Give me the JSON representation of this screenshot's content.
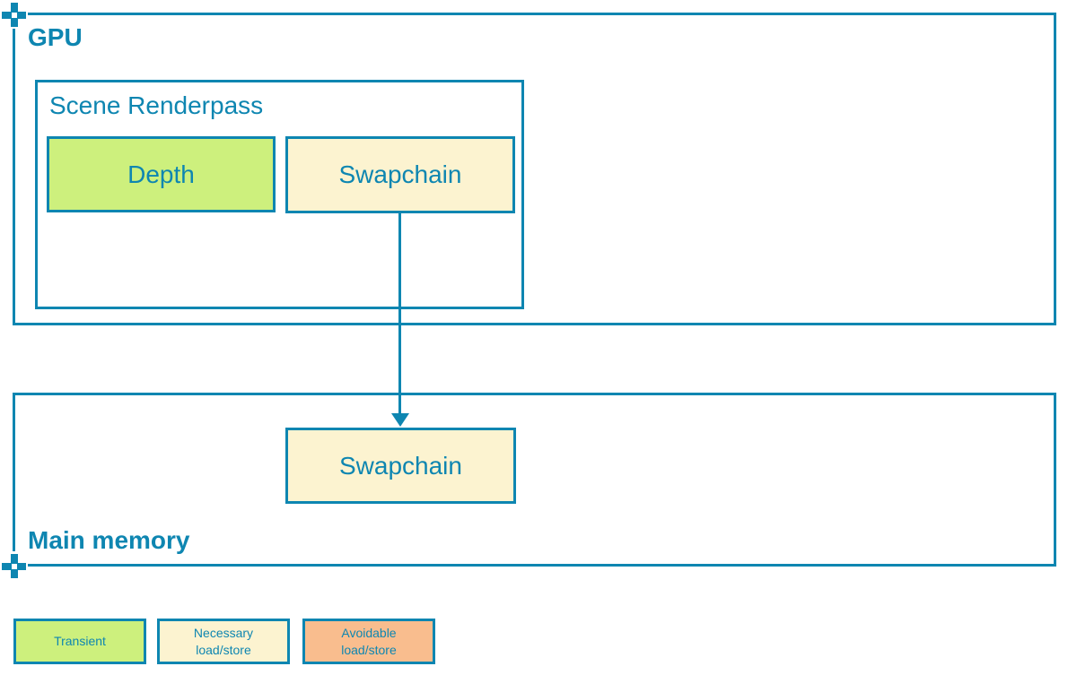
{
  "colors": {
    "outline_teal": "#0E86B1",
    "transient_green": "#CDF07D",
    "necessary_cream": "#FCF3D0",
    "avoidable_orange": "#F9BD8E"
  },
  "gpu": {
    "label": "GPU",
    "scene_renderpass": {
      "label": "Scene Renderpass",
      "attachments": [
        {
          "label": "Depth",
          "style": "transient"
        },
        {
          "label": "Swapchain",
          "style": "necessary"
        }
      ]
    }
  },
  "main_memory": {
    "label": "Main memory",
    "resources": [
      {
        "label": "Swapchain",
        "style": "necessary"
      }
    ]
  },
  "connections": [
    {
      "from": "gpu-swapchain",
      "to": "main-memory-swapchain",
      "type": "store"
    }
  ],
  "legend": {
    "items": [
      {
        "label": "Transient",
        "style": "transient"
      },
      {
        "label": "Necessary\nload/store",
        "style": "necessary"
      },
      {
        "label": "Avoidable\nload/store",
        "style": "avoidable"
      }
    ]
  }
}
